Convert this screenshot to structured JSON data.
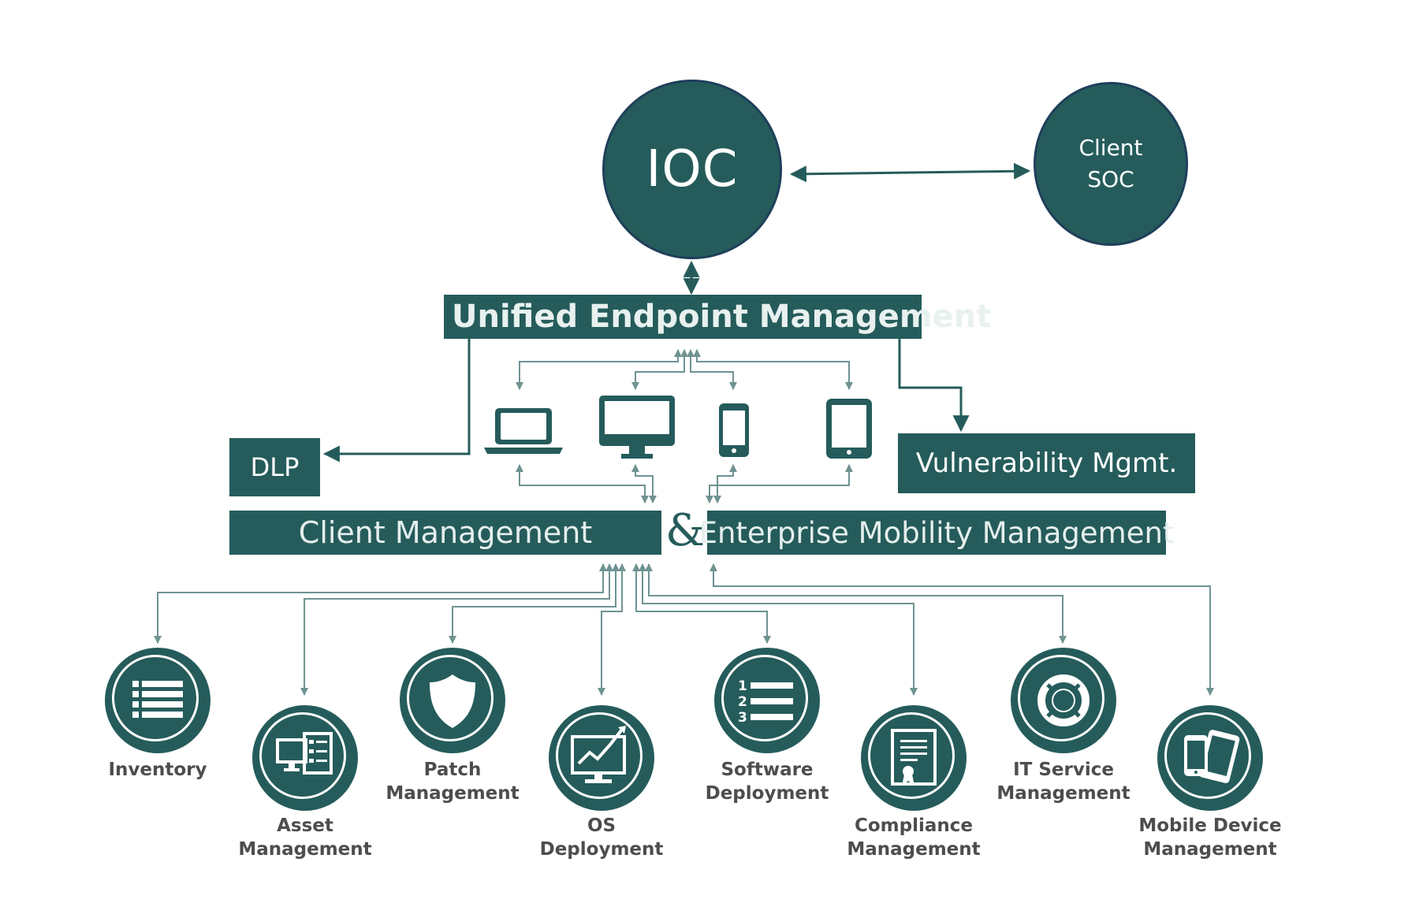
{
  "top": {
    "ioc_label": "IOC",
    "client_soc_line1": "Client",
    "client_soc_line2": "SOC"
  },
  "uem": {
    "label": "Unified Endpoint Management"
  },
  "side": {
    "dlp_label": "DLP",
    "vuln_label": "Vulnerability Mgmt."
  },
  "devices": [
    {
      "icon": "laptop-icon"
    },
    {
      "icon": "desktop-monitor-icon"
    },
    {
      "icon": "smartphone-icon"
    },
    {
      "icon": "tablet-icon"
    }
  ],
  "middle": {
    "client_management": "Client Management",
    "ampersand": "&",
    "enterprise_mobility": "Enterprise Mobility Management"
  },
  "services": [
    {
      "label": "Inventory",
      "icon": "list-icon"
    },
    {
      "label": "Asset\nManagement",
      "icon": "asset-icon"
    },
    {
      "label": "Patch\nManagement",
      "icon": "shield-icon"
    },
    {
      "label": "OS\nDeployment",
      "icon": "monitor-chart-icon"
    },
    {
      "label": "Software\nDeployment",
      "icon": "numbered-list-icon"
    },
    {
      "label": "Compliance\nManagement",
      "icon": "certificate-icon"
    },
    {
      "label": "IT Service\nManagement",
      "icon": "lifebuoy-icon"
    },
    {
      "label": "Mobile Device\nManagement",
      "icon": "mobile-devices-icon"
    }
  ],
  "colors": {
    "primary": "#255c5b",
    "circle_border": "#1e3f5a",
    "label_text": "#4d4d4d"
  }
}
